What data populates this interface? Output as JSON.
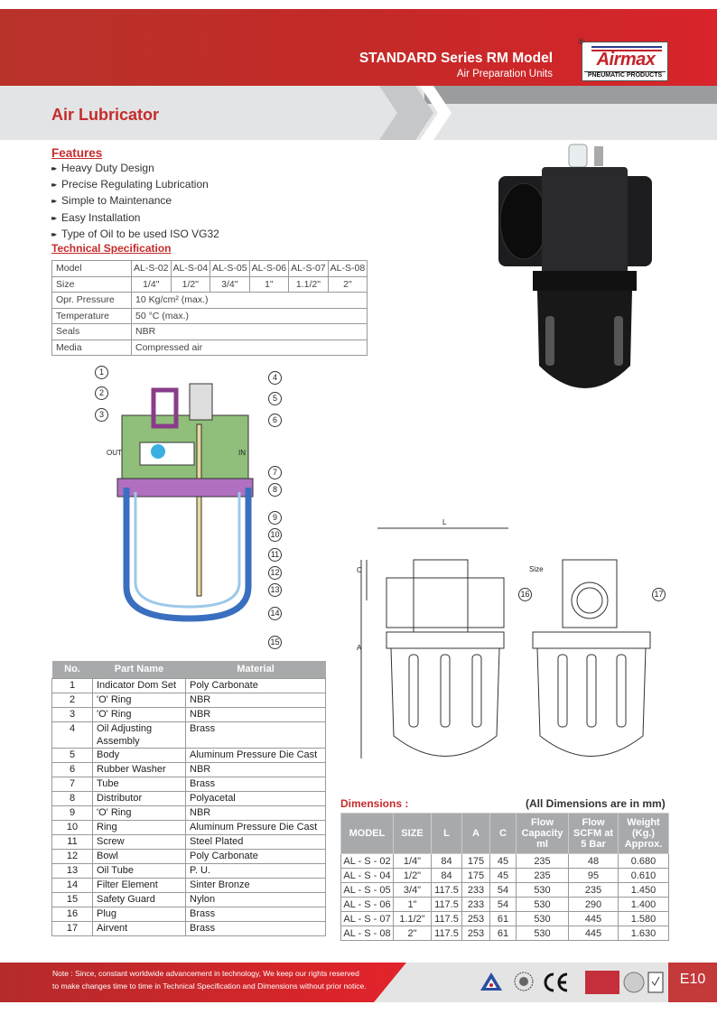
{
  "header": {
    "series_title": "STANDARD Series RM Model",
    "series_subtitle": "Air Preparation Units",
    "logo_name": "Airmax",
    "logo_tagline": "PNEUMATIC PRODUCTS",
    "logo_reg": "®"
  },
  "page_title": "Air Lubricator",
  "features": {
    "heading": "Features",
    "items": [
      "Heavy Duty Design",
      "Precise Regulating Lubrication",
      "Simple to Maintenance",
      "Easy Installation",
      "Type of Oil to be used ISO VG32"
    ]
  },
  "tech_spec": {
    "heading": "Technical Specification",
    "model_label": "Model",
    "models": [
      "AL-S-02",
      "AL-S-04",
      "AL-S-05",
      "AL-S-06",
      "AL-S-07",
      "AL-S-08"
    ],
    "size_label": "Size",
    "sizes": [
      "1/4\"",
      "1/2\"",
      "3/4\"",
      "1\"",
      "1.1/2\"",
      "2\""
    ],
    "rows": [
      {
        "label": "Opr. Pressure",
        "value": "10 Kg/cm² (max.)"
      },
      {
        "label": "Temperature",
        "value": "50 °C (max.)"
      },
      {
        "label": "Seals",
        "value": "NBR"
      },
      {
        "label": "Media",
        "value": "Compressed air"
      }
    ]
  },
  "diagram": {
    "callouts": [
      "1",
      "2",
      "3",
      "4",
      "5",
      "6",
      "7",
      "8",
      "9",
      "10",
      "11",
      "12",
      "13",
      "14",
      "15"
    ],
    "out_label": "OUT",
    "in_label": "IN"
  },
  "dim_drawing": {
    "L": "L",
    "C": "C",
    "A": "A",
    "size": "Size",
    "c16": "16",
    "c17": "17"
  },
  "parts": {
    "headers": [
      "No.",
      "Part Name",
      "Material"
    ],
    "rows": [
      [
        "1",
        "Indicator Dom Set",
        "Poly Carbonate"
      ],
      [
        "2",
        "'O' Ring",
        "NBR"
      ],
      [
        "3",
        "'O' Ring",
        "NBR"
      ],
      [
        "4",
        "Oil Adjusting Assembly",
        "Brass"
      ],
      [
        "5",
        "Body",
        "Aluminum Pressure Die Cast"
      ],
      [
        "6",
        "Rubber Washer",
        "NBR"
      ],
      [
        "7",
        "Tube",
        "Brass"
      ],
      [
        "8",
        "Distributor",
        "Polyacetal"
      ],
      [
        "9",
        "'O' Ring",
        "NBR"
      ],
      [
        "10",
        "Ring",
        "Aluminum Pressure Die Cast"
      ],
      [
        "11",
        "Screw",
        "Steel Plated"
      ],
      [
        "12",
        "Bowl",
        "Poly Carbonate"
      ],
      [
        "13",
        "Oil Tube",
        "P. U."
      ],
      [
        "14",
        "Filter Element",
        "Sinter Bronze"
      ],
      [
        "15",
        "Safety Guard",
        "Nylon"
      ],
      [
        "16",
        "Plug",
        "Brass"
      ],
      [
        "17",
        "Airvent",
        "Brass"
      ]
    ]
  },
  "dimensions": {
    "heading": "Dimensions :",
    "note": "(All Dimensions are in mm)",
    "headers": [
      "MODEL",
      "SIZE",
      "L",
      "A",
      "C",
      "Flow Capacity ml",
      "Flow SCFM at 5 Bar",
      "Weight (Kg.) Approx."
    ],
    "rows": [
      [
        "AL - S - 02",
        "1/4\"",
        "84",
        "175",
        "45",
        "235",
        "48",
        "0.680"
      ],
      [
        "AL - S - 04",
        "1/2\"",
        "84",
        "175",
        "45",
        "235",
        "95",
        "0.610"
      ],
      [
        "AL - S - 05",
        "3/4\"",
        "117.5",
        "233",
        "54",
        "530",
        "235",
        "1.450"
      ],
      [
        "AL - S - 06",
        "1\"",
        "117.5",
        "233",
        "54",
        "530",
        "290",
        "1.400"
      ],
      [
        "AL - S - 07",
        "1.1/2\"",
        "117.5",
        "253",
        "61",
        "530",
        "445",
        "1.580"
      ],
      [
        "AL - S - 08",
        "2\"",
        "117.5",
        "253",
        "61",
        "530",
        "445",
        "1.630"
      ]
    ]
  },
  "footer": {
    "note_line1": "Note : Since, constant worldwide advancement in technology, We keep  our rights reserved",
    "note_line2": "to make changes time to time in Technical Specification and Dimensions without prior notice.",
    "page_number": "E10"
  },
  "colors": {
    "brand_red": "#c62b2b",
    "header_gray": "#a7a9ab"
  }
}
